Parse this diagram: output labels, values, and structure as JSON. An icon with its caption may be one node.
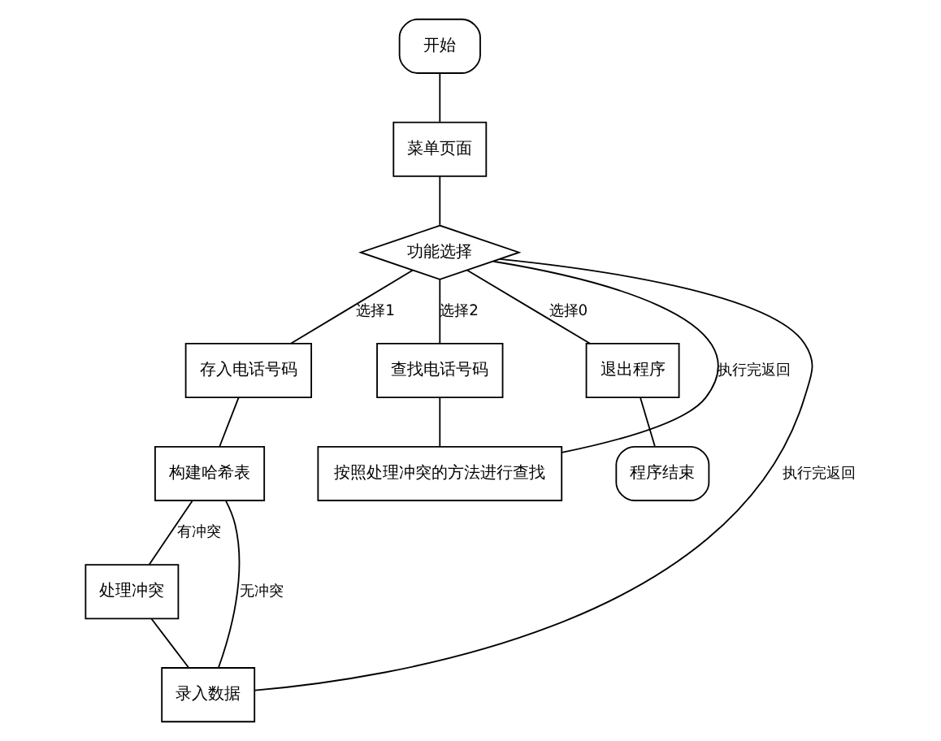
{
  "diagram": {
    "nodes": [
      {
        "text": [
          "开始"
        ]
      },
      {
        "text": [
          "菜单页面"
        ]
      },
      {
        "text": [
          "功能选择"
        ]
      },
      {
        "text": [
          "存入电话号码"
        ]
      },
      {
        "text": [
          "查找电话号码"
        ]
      },
      {
        "text": [
          "构建哈希表"
        ]
      },
      {
        "text": [
          "处理冲突"
        ]
      },
      {
        "text": [
          "退出程序"
        ]
      },
      {
        "text": [
          "按照处理冲突的方法进行查找"
        ]
      },
      {
        "text": [
          "录入数据"
        ]
      },
      {
        "text": [
          "程序结束"
        ]
      }
    ],
    "edges": [
      {
        "from": 0,
        "to": 1,
        "arrow": "none"
      },
      {
        "from": 1,
        "to": 2,
        "arrow": "none"
      },
      {
        "from": 2,
        "to": 3,
        "arrow": "none",
        "label": "选择1"
      },
      {
        "from": 2,
        "to": 7,
        "arrow": "none",
        "label": "选择0"
      },
      {
        "from": 2,
        "to": 4,
        "arrow": "none",
        "label": "选择2"
      },
      {
        "from": 3,
        "to": 5,
        "arrow": "none"
      },
      {
        "from": 5,
        "to": 6,
        "arrow": "none",
        "label": "有冲突"
      },
      {
        "from": 5,
        "to": 9,
        "arrow": "none",
        "label": "无冲突"
      },
      {
        "from": 6,
        "to": 9,
        "arrow": "none"
      },
      {
        "from": 4,
        "to": 8,
        "arrow": "none"
      },
      {
        "from": 7,
        "to": 10,
        "arrow": "none"
      },
      {
        "from": 9,
        "to": 2,
        "arrow": "none",
        "label": "执行完返回"
      },
      {
        "from": 8,
        "to": 2,
        "arrow": "none",
        "label": "执行完返回"
      }
    ]
  }
}
